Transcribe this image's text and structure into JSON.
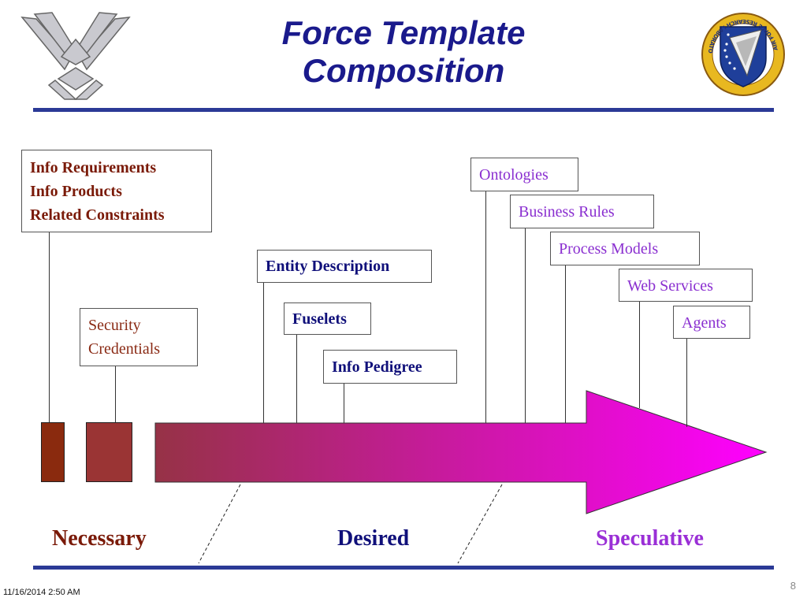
{
  "slide": {
    "title_line1": "Force Template",
    "title_line2": "Composition",
    "date": "11/16/2014 2:50 AM",
    "page": "8"
  },
  "logos": {
    "left": "air-force-wings-icon",
    "right": "afrl-shield-icon",
    "right_ring_text": "AIR FORCE RESEARCH LABORATORY"
  },
  "colors": {
    "title": "#1a1a8c",
    "rule": "#2b3a96",
    "necessary": "#7a1a08",
    "desired": "#10107a",
    "speculative": "#9a2fd6",
    "arrow_start": "#963246",
    "arrow_end": "#ff00ff"
  },
  "boxes": {
    "info": [
      "Info Requirements",
      "Info Products",
      "Related Constraints"
    ],
    "security": [
      "Security",
      "Credentials"
    ],
    "entity": "Entity Description",
    "fuselets": "Fuselets",
    "pedigree": "Info Pedigree",
    "ontologies": "Ontologies",
    "business": "Business Rules",
    "process": "Process Models",
    "web": "Web Services",
    "agents": "Agents"
  },
  "zones": {
    "necessary": "Necessary",
    "desired": "Desired",
    "speculative": "Speculative"
  }
}
